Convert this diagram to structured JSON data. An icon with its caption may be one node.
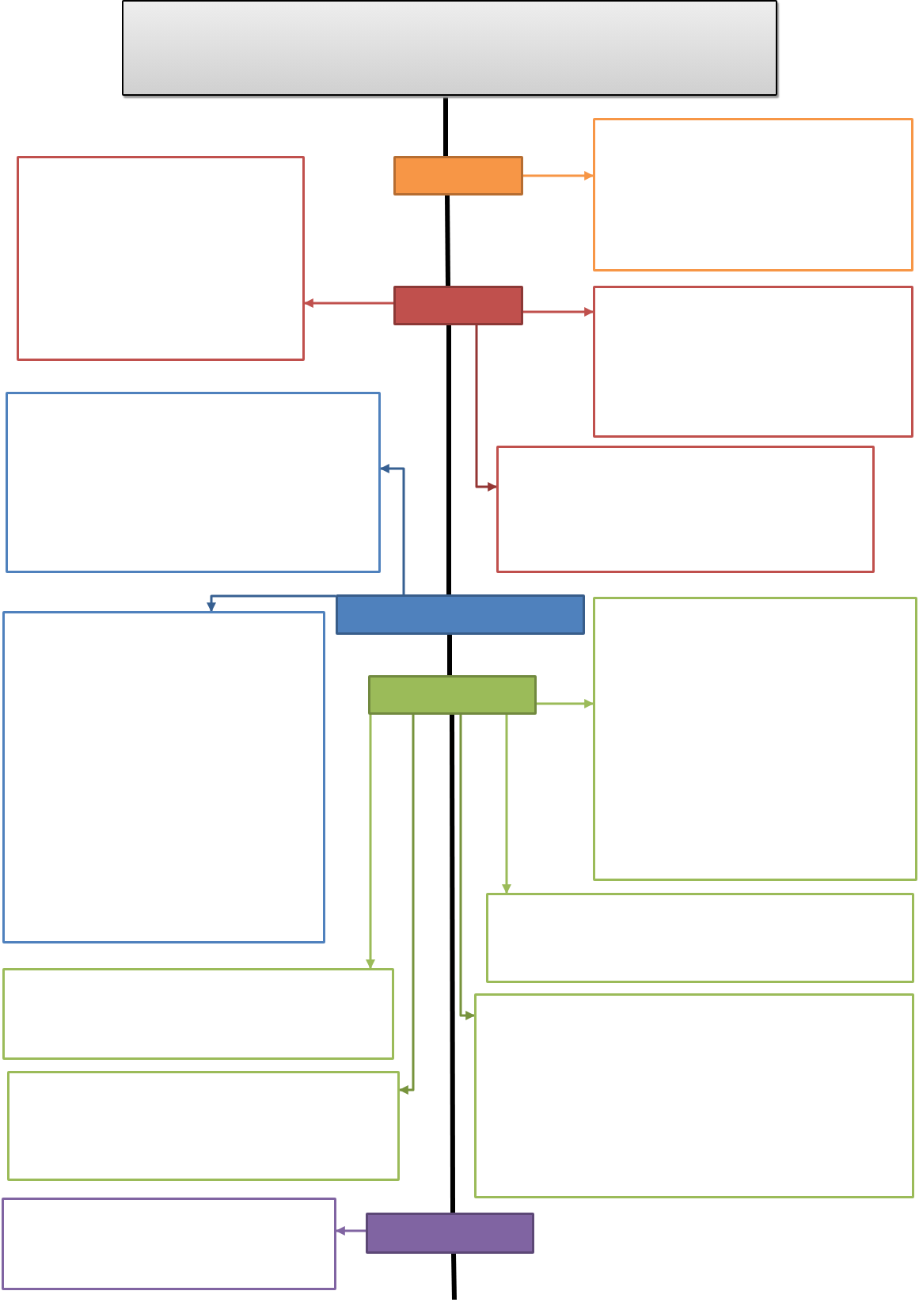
{
  "diagram": {
    "nodes": [
      {
        "text": [],
        "shape": "box"
      },
      {
        "text": [],
        "shape": "box"
      },
      {
        "text": [],
        "shape": "box"
      },
      {
        "text": [],
        "shape": "box"
      },
      {
        "text": [],
        "shape": "box"
      },
      {
        "text": [],
        "shape": "box"
      },
      {
        "text": [],
        "shape": "box"
      },
      {
        "text": [],
        "shape": "box"
      },
      {
        "text": [],
        "shape": "box"
      },
      {
        "text": [],
        "shape": "box"
      },
      {
        "text": [],
        "shape": "box"
      },
      {
        "text": [],
        "shape": "box"
      },
      {
        "text": [],
        "shape": "box"
      },
      {
        "text": [],
        "shape": "box"
      },
      {
        "text": [],
        "shape": "box"
      },
      {
        "text": [],
        "shape": "box"
      },
      {
        "text": [],
        "shape": "box"
      },
      {
        "text": [],
        "shape": "box"
      }
    ],
    "edges": [
      {
        "from": 0,
        "to": 3,
        "arrow": "none",
        "style": "thick"
      },
      {
        "from": 3,
        "to": 4,
        "arrow": "none",
        "style": "thick"
      },
      {
        "from": 4,
        "to": 8,
        "arrow": "none",
        "style": "thick"
      },
      {
        "from": 8,
        "to": 11,
        "arrow": "none",
        "style": "thick"
      },
      {
        "from": 11,
        "to": 17,
        "arrow": "none",
        "style": "thick"
      },
      {
        "from": 3,
        "to": 1,
        "arrow": "to",
        "color": "#f79646"
      },
      {
        "from": 4,
        "to": 2,
        "arrow": "to",
        "color": "#c0504d"
      },
      {
        "from": 4,
        "to": 5,
        "arrow": "to",
        "color": "#c0504d"
      },
      {
        "from": 4,
        "to": 7,
        "arrow": "to",
        "color": "#943634"
      },
      {
        "from": 8,
        "to": 6,
        "arrow": "to",
        "color": "#376092"
      },
      {
        "from": 8,
        "to": 10,
        "arrow": "to",
        "color": "#376092"
      },
      {
        "from": 11,
        "to": 9,
        "arrow": "to",
        "color": "#9bbb59"
      },
      {
        "from": 11,
        "to": 13,
        "arrow": "to",
        "color": "#9bbb59"
      },
      {
        "from": 11,
        "to": 15,
        "arrow": "to",
        "color": "#77933c"
      },
      {
        "from": 11,
        "to": 14,
        "arrow": "to",
        "color": "#77933c"
      },
      {
        "from": 11,
        "to": 12,
        "arrow": "to",
        "color": "#9bbb59"
      },
      {
        "from": 17,
        "to": 16,
        "arrow": "to",
        "color": "#8064a2"
      },
      {
        "from": 17,
        "to": null,
        "arrow": "none",
        "style": "thick"
      }
    ]
  }
}
